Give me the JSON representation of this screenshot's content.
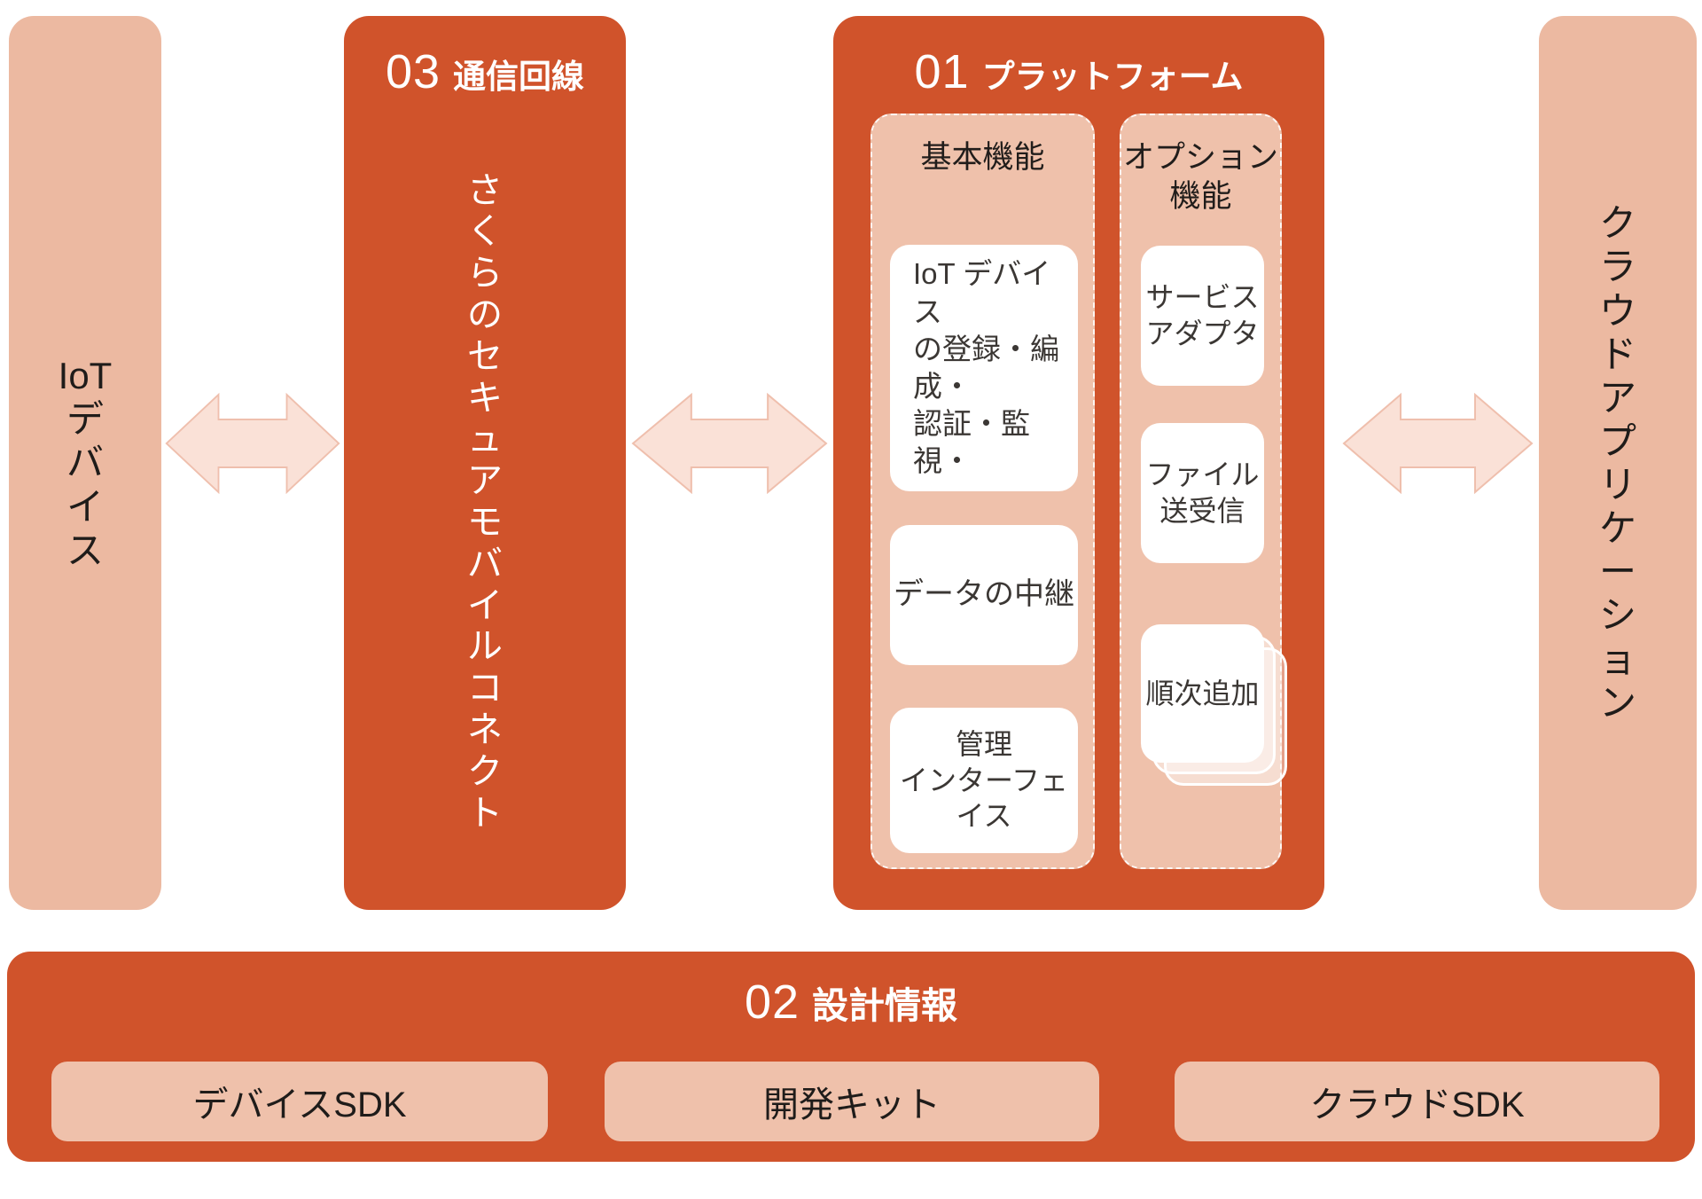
{
  "diagram": {
    "device_box": {
      "label": "IoT デバイス"
    },
    "line_box": {
      "number": "03",
      "title": "通信回線",
      "service": "さくらのセキュアモバイルコネクト"
    },
    "platform_box": {
      "number": "01",
      "title": "プラットフォーム",
      "basic": {
        "title": "基本機能",
        "items": [
          "IoT デバイス\nの登録・編成・\n認証・監視・",
          "データの中継",
          "管理\nインターフェイス"
        ]
      },
      "optional": {
        "title": "オプション\n機能",
        "items": [
          "サービス\nアダプタ",
          "ファイル\n送受信",
          "順次追加"
        ]
      }
    },
    "cloud_box": {
      "label": "クラウドアプリケーション"
    },
    "design_bar": {
      "number": "02",
      "title": "設計情報",
      "items": [
        "デバイスSDK",
        "開発キット",
        "クラウドSDK"
      ]
    },
    "colors": {
      "orange": "#D0532B",
      "salmon": "#ECB9A1",
      "column_pink": "#EFC1AB",
      "arrow_fill": "#FAE1D7",
      "arrow_stroke": "#EFBFAD",
      "text_dark": "#1F1C1A",
      "text_white": "#FFFFFF"
    }
  }
}
